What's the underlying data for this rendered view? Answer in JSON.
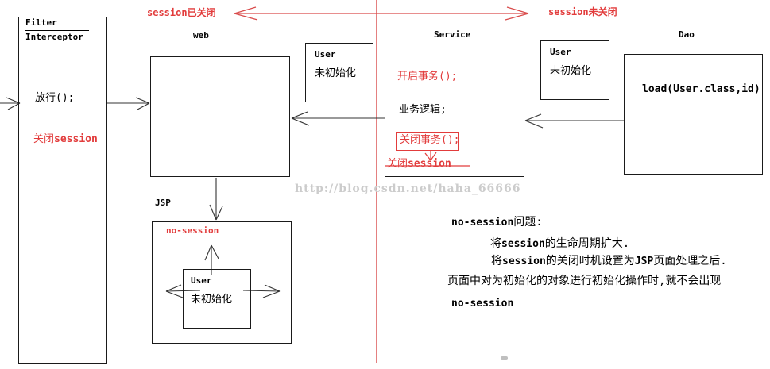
{
  "colors": {
    "accent_red": "#e23c3c",
    "watermark_gray": "#cccccc",
    "line_black": "#333333"
  },
  "legend": {
    "closed": [
      {
        "t": "session",
        "en": true
      },
      {
        "t": "已关闭"
      }
    ],
    "open": [
      {
        "t": "session",
        "en": true
      },
      {
        "t": "未关闭"
      }
    ]
  },
  "filter": {
    "title1": "Filter",
    "title2": "Interceptor",
    "pass": "放行();",
    "close": [
      {
        "t": "关闭"
      },
      {
        "t": "session",
        "en": true
      }
    ]
  },
  "web": {
    "label": "web"
  },
  "jsp": {
    "label": "JSP",
    "no_session": "no-session",
    "user": {
      "title": "User",
      "state": "未初始化"
    }
  },
  "user_web": {
    "title": "User",
    "state": "未初始化"
  },
  "user_service": {
    "title": "User",
    "state": "未初始化"
  },
  "service": {
    "label": "Service",
    "open_tx": "开启事务();",
    "logic": "业务逻辑;",
    "close_tx": "关闭事务();",
    "close_session": [
      {
        "t": "关闭"
      },
      {
        "t": "session",
        "en": true
      }
    ]
  },
  "dao": {
    "label": "Dao",
    "method": "load(User.class,id)"
  },
  "watermark": {
    "text": "http://blog.csdn.net/haha_66666"
  },
  "notes": {
    "line1": [
      {
        "t": "no-session",
        "en": true
      },
      {
        "t": "问题:"
      }
    ],
    "line2": [
      {
        "t": "将"
      },
      {
        "t": "session",
        "en": true
      },
      {
        "t": "的生命周期扩大."
      }
    ],
    "line3": [
      {
        "t": "将"
      },
      {
        "t": "session",
        "en": true
      },
      {
        "t": "的关闭时机设置为"
      },
      {
        "t": "JSP",
        "en": true
      },
      {
        "t": "页面处理之后."
      }
    ],
    "line4": [
      {
        "t": "页面中对为初始化的对象进行初始化操作时,就不会出现"
      }
    ],
    "line5": [
      {
        "t": "no-session",
        "en": true
      }
    ]
  }
}
